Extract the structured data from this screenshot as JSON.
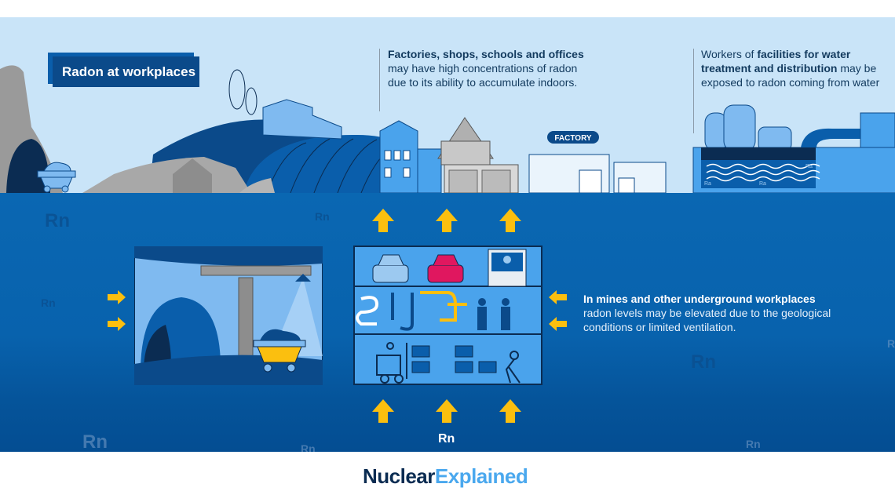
{
  "title": "Radon at workplaces",
  "captions": {
    "buildings": {
      "bold": "Factories, shops, schools and offices",
      "line2": "may have high concentrations of radon",
      "line3": "due to its ability to accumulate indoors."
    },
    "water": {
      "prefix": "Workers of ",
      "bold1": "facilities for water",
      "bold2": "treatment and distribution",
      "suffix": " may be",
      "line3": "exposed to radon coming from water"
    },
    "underground": {
      "bold": "In mines and other underground workplaces",
      "line2": "radon levels may be elevated due to the geological",
      "line3": "conditions or limited ventilation."
    }
  },
  "factory_sign": "FACTORY",
  "radium_label": "Ra",
  "radon_label": "Rn",
  "brand": {
    "part1": "Nuclear",
    "part2": "Explained"
  },
  "colors": {
    "sky": "#c9e4f8",
    "ground": "#0862ad",
    "arrow": "#fbbf0f",
    "brand_dark": "#0b2c52",
    "brand_light": "#4aa8ee",
    "car_red": "#e0175f"
  }
}
